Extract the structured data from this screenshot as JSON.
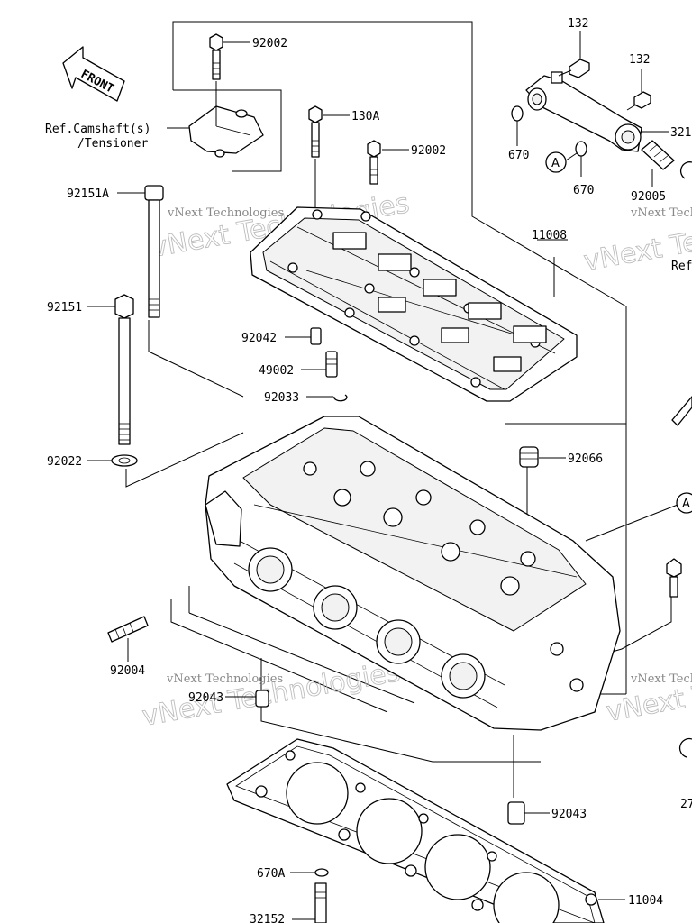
{
  "front_arrow": "FRONT",
  "ref_camshaft": [
    "Ref.Camshaft(s)",
    "/Tensioner"
  ],
  "ref_right": "Ref",
  "callout_letter": "A",
  "watermark_small": "vNext Technologies",
  "watermark_big": "vNext Technologies",
  "labels": {
    "p92002_top": "92002",
    "p130A": "130A",
    "p92002_mid": "92002",
    "p92151A": "92151A",
    "p92151": "92151",
    "p92042": "92042",
    "p49002": "49002",
    "p92033": "92033",
    "p92022": "92022",
    "p92066": "92066",
    "p92004": "92004",
    "p92043_left": "92043",
    "p92043_right": "92043",
    "p670A": "670A",
    "p32152": "32152",
    "p11004": "11004",
    "p11008": "11008",
    "p132_a": "132",
    "p132_b": "132",
    "p670_a": "670",
    "p670_b": "670",
    "p321": "321",
    "p92005": "92005",
    "p27": "27"
  }
}
